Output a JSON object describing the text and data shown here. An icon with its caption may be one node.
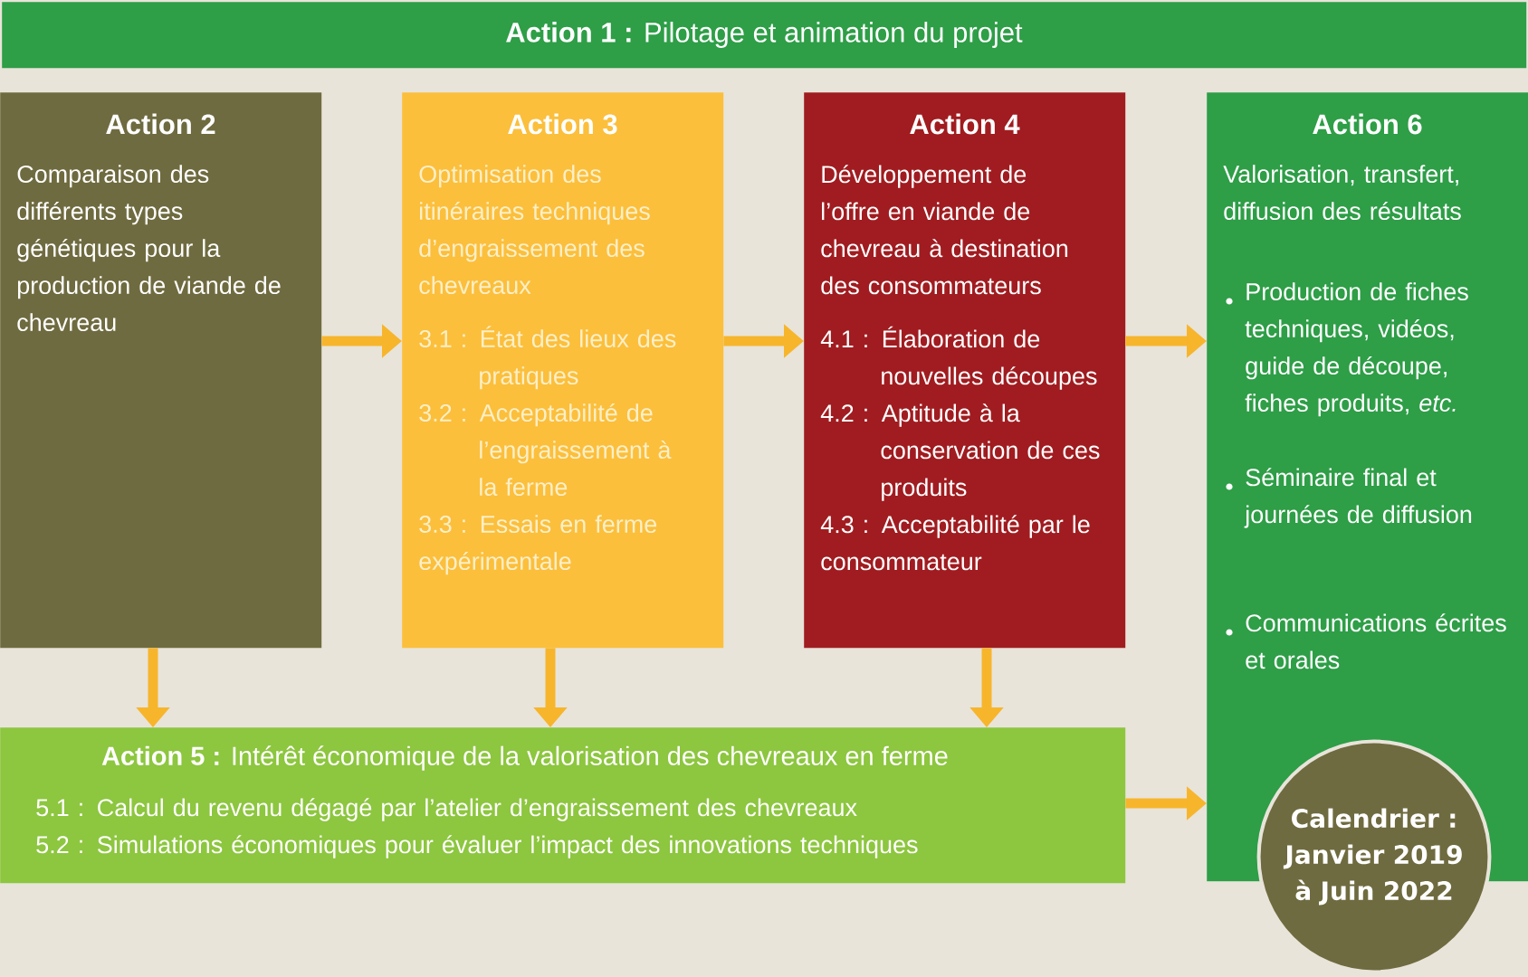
{
  "diagram": {
    "nodes": [
      {
        "text": [
          "**Action 1 :** Pilotage et animation du projet"
        ]
      },
      {
        "text": [
          "Action 2",
          "Comparaison des différents types génétiques pour la production de viande de chevreau"
        ]
      },
      {
        "text": [
          "Action 3",
          "Optimisation des itinéraires techniques d’engraissement des chevreaux",
          "3.1 : État des lieux des pratiques",
          "3.2 : Acceptabilité de l’engraissement à la ferme",
          "3.3 : Essais en ferme expérimentale"
        ]
      },
      {
        "text": [
          "Action 4",
          "Développement de l’offre en viande de chevreau à destination des consommateurs",
          "4.1 : Élaboration de nouvelles découpes",
          "4.2 : Aptitude à la conservation de ces produits",
          "4.3 : Acceptabilité par le consommateur"
        ]
      },
      {
        "text": [
          "Action 6",
          "Valorisation, transfert, diffusion des résultats",
          "Production de fiches techniques, vidéos, guide de découpe, fiches produits, *etc.*",
          "Séminaire final et journées de diffusion",
          "Communications écrites et orales"
        ]
      },
      {
        "text": [
          "**Action 5 :** Intérêt économique de la valorisation des chevreaux en ferme",
          "5.1 : Calcul du revenu dégagé par l’atelier d’engraissement des chevreaux",
          "5.2 : Simulations économiques pour évaluer l’impact des innovations techniques"
        ]
      },
      {
        "text": [
          "Calendrier : Janvier 2019 à Juin 2022"
        ]
      }
    ],
    "edges": [
      {
        "from": 1,
        "to": 2,
        "arrow": "to"
      },
      {
        "from": 2,
        "to": 3,
        "arrow": "to"
      },
      {
        "from": 3,
        "to": 4,
        "arrow": "to"
      },
      {
        "from": 5,
        "to": 4,
        "arrow": "to"
      },
      {
        "from": 1,
        "to": 5,
        "arrow": "to"
      },
      {
        "from": 2,
        "to": 5,
        "arrow": "to"
      },
      {
        "from": 3,
        "to": 5,
        "arrow": "to"
      }
    ]
  }
}
